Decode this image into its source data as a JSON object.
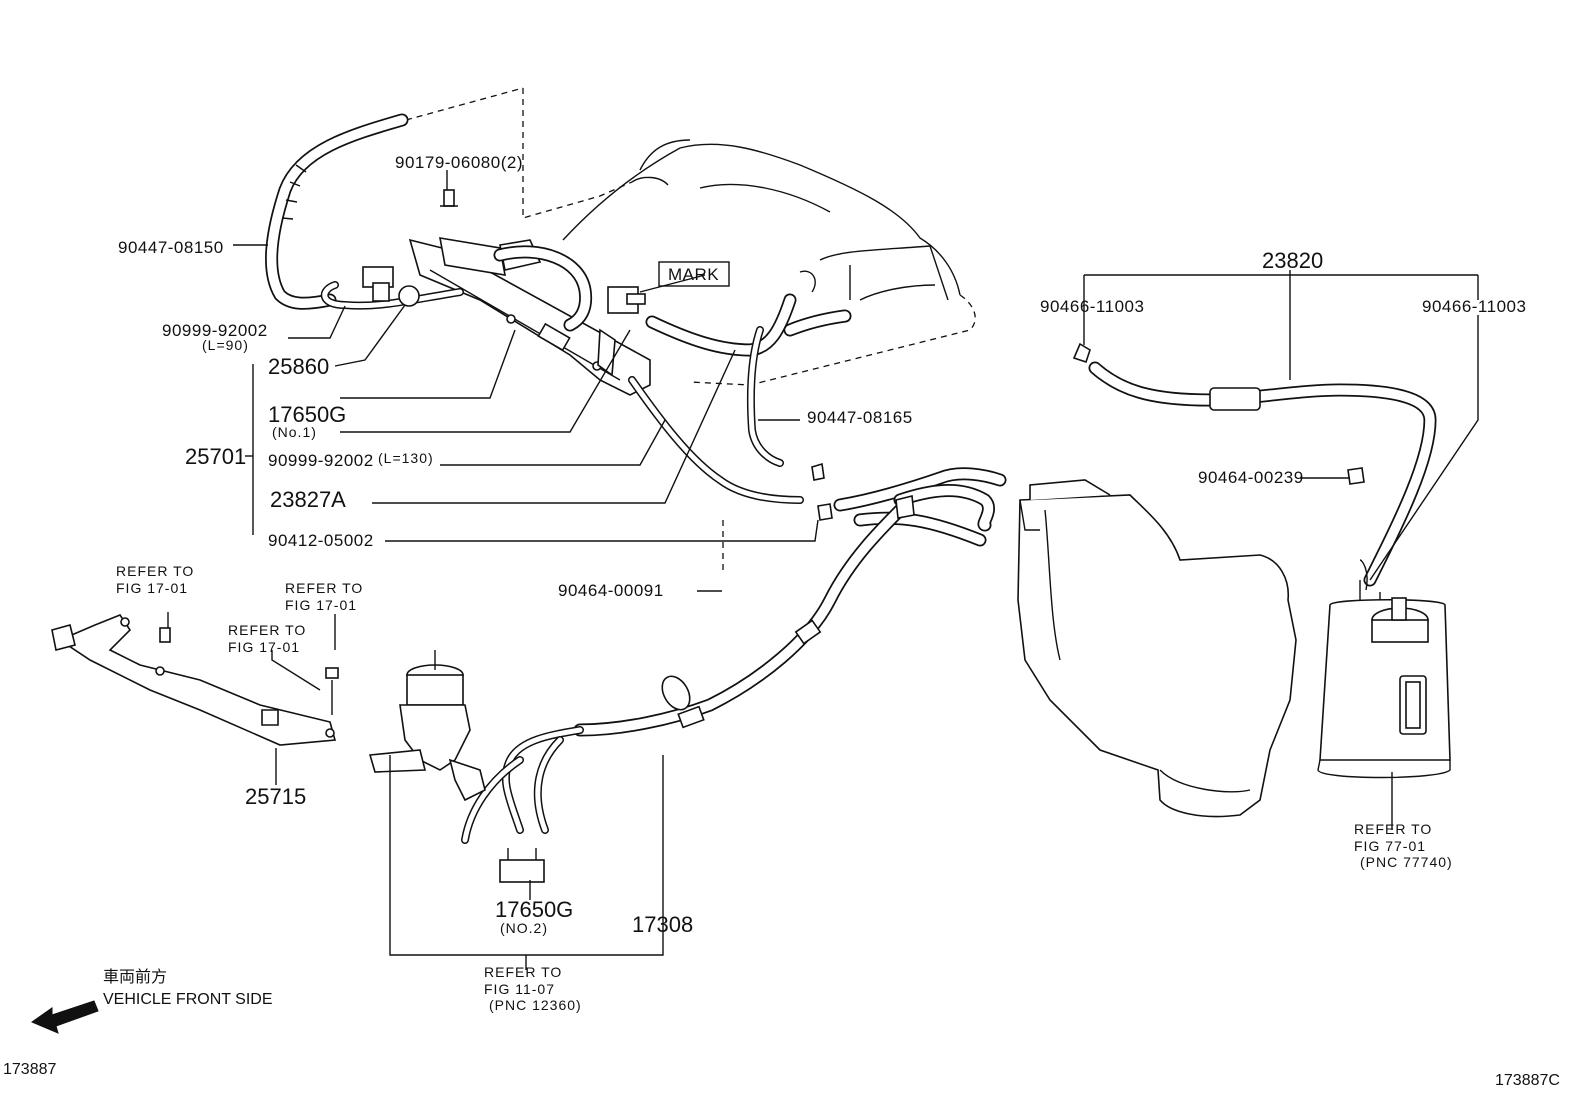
{
  "callouts": {
    "c_90179": "90179-06080(2)",
    "c_90447_08150": "90447-08150",
    "c_mark": "MARK",
    "c_23820": "23820",
    "c_90466_a": "90466-11003",
    "c_90466_b": "90466-11003",
    "c_90999_top": "90999-92002",
    "c_l90": "(L=90)",
    "c_25860": "25860",
    "c_17650g_1": "17650G",
    "c_no1": "(No.1)",
    "c_25701": "25701",
    "c_90999_mid": "90999-92002",
    "c_l130": "(L=130)",
    "c_23827a": "23827A",
    "c_90412": "90412-05002",
    "c_90447_08165": "90447-08165",
    "c_90464_00239": "90464-00239",
    "c_90464_00091": "90464-00091",
    "c_25715": "25715",
    "c_17650g_2": "17650G",
    "c_no2": "(NO.2)",
    "c_17308": "17308"
  },
  "refers": {
    "r1_a": "REFER TO",
    "r1_b": "FIG 17-01",
    "r2_a": "REFER TO",
    "r2_b": "FIG 17-01",
    "r3_a": "REFER TO",
    "r3_b": "FIG 17-01",
    "r4_a": "REFER TO",
    "r4_b": "FIG 11-07",
    "r4_c": "(PNC 12360)",
    "r5_a": "REFER TO",
    "r5_b": "FIG 77-01",
    "r5_c": "(PNC 77740)"
  },
  "footer": {
    "jp": "車両前方",
    "front": "VEHICLE FRONT SIDE",
    "id_left": "173887",
    "id_right": "173887C"
  },
  "icons": {
    "arrow": "front-direction-arrow-icon"
  }
}
